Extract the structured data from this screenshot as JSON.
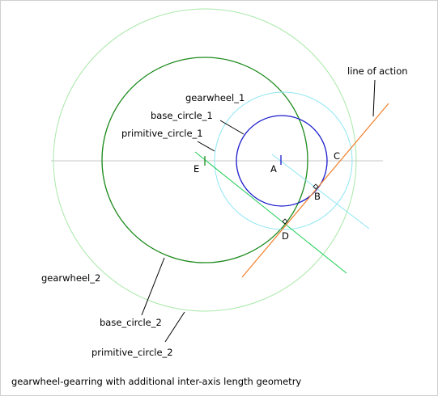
{
  "caption": "gearwheel-gearring with additional inter-axis length geometry",
  "labels": {
    "line_of_action": "line of action",
    "gearwheel_1": "gearwheel_1",
    "base_circle_1": "base_circle_1",
    "primitive_circle_1": "primitive_circle_1",
    "gearwheel_2": "gearwheel_2",
    "base_circle_2": "base_circle_2",
    "primitive_circle_2": "primitive_circle_2"
  },
  "points": {
    "a": "A",
    "b": "B",
    "c": "C",
    "d": "D",
    "e": "E"
  },
  "colors": {
    "axis_line": "#c8c8c8",
    "gearwheel_1_outline": "#8fe6f2",
    "base_circle_1": "#1a1acc",
    "primitive_circle_2_outline": "#a9e8a9",
    "base_circle_2": "#1c8a1c",
    "inter_axis_line": "#1fcc55",
    "line_of_action": "#f07f2a",
    "leader_line": "#000000"
  }
}
